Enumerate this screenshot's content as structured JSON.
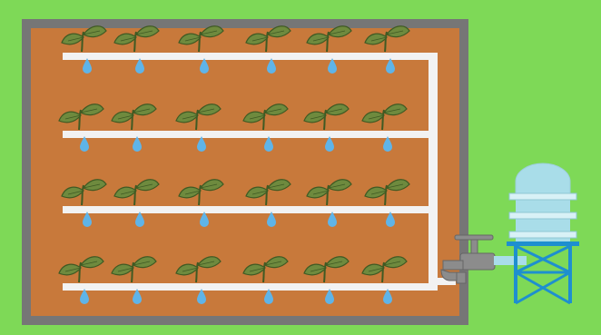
{
  "diagram": {
    "kind": "drip-irrigation-illustration",
    "plant_rows": 4,
    "plants_per_row": 6,
    "colors": {
      "grass": "#7ED957",
      "frame": "#767676",
      "soil": "#C8793B",
      "pipe": "#F2F2F2",
      "leaf": "#6E8A3E",
      "leaf_dark": "#3F5A23",
      "stem": "#3F5A23",
      "drop": "#5FB4E8",
      "tank": "#A9DDE9",
      "tank_band": "#D8F1F6",
      "stand": "#1E8FCF",
      "faucet": "#8C8C8C"
    },
    "icons": [
      "seedling-icon",
      "water-drop-icon",
      "faucet-icon",
      "water-tank-icon"
    ]
  }
}
